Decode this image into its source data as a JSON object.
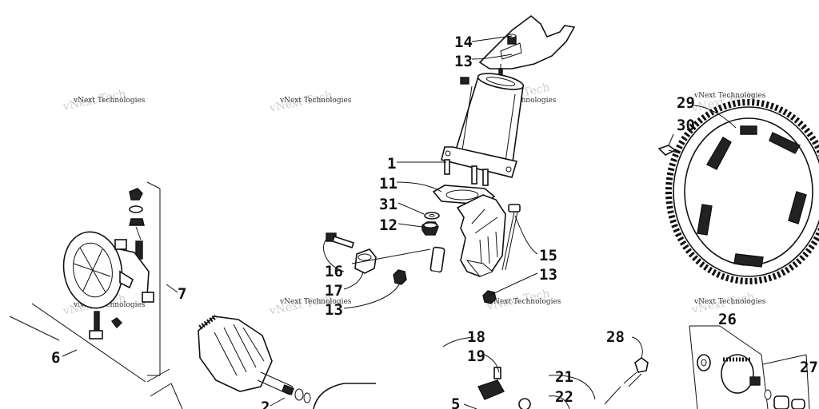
{
  "watermark": "vNext Technologies",
  "callouts": {
    "n1": "1",
    "n2": "2",
    "n5": "5",
    "n6": "6",
    "n7": "7",
    "n11": "11",
    "n12": "12",
    "n13a": "13",
    "n13b": "13",
    "n13c": "13",
    "n14": "14",
    "n15": "15",
    "n16": "16",
    "n17": "17",
    "n18": "18",
    "n19": "19",
    "n21": "21",
    "n22": "22",
    "n26": "26",
    "n27": "27",
    "n28": "28",
    "n29": "29",
    "n30": "30",
    "n31": "31"
  }
}
